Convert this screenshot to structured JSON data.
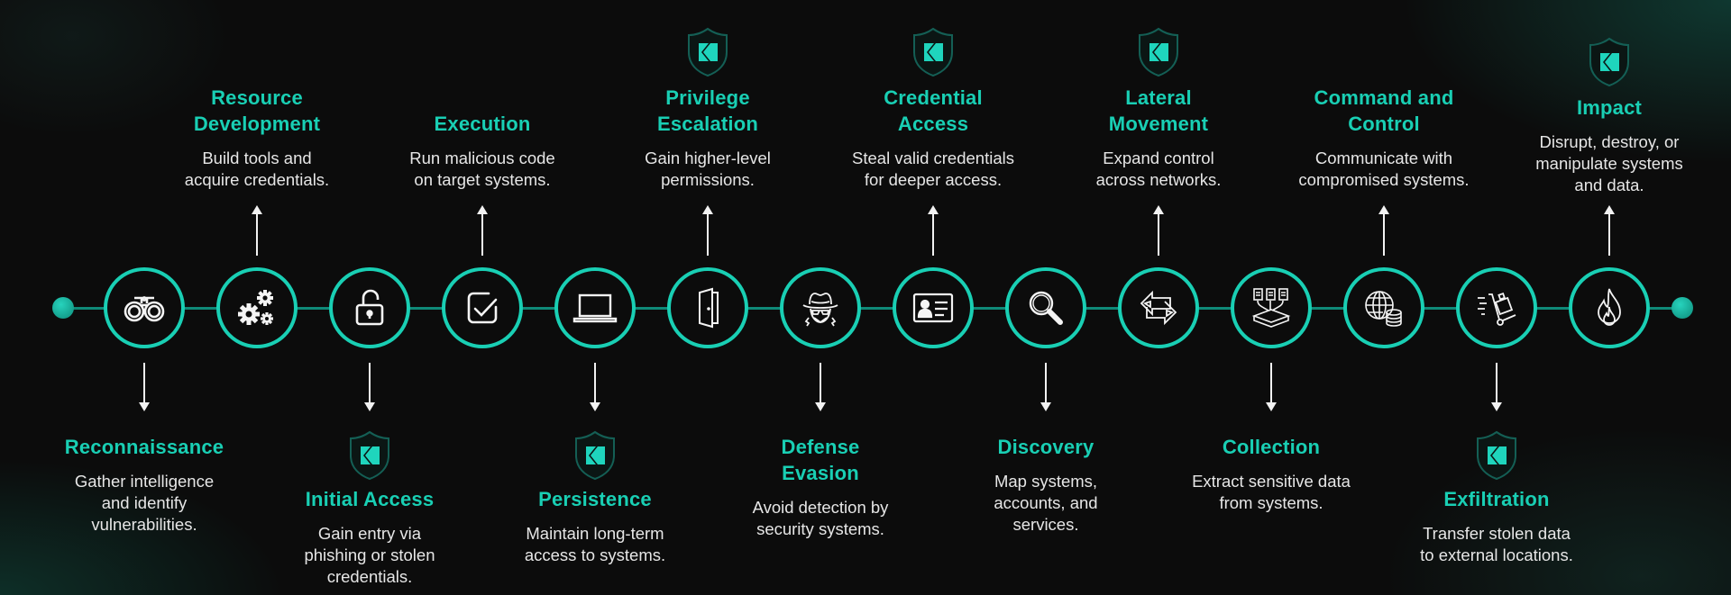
{
  "diagram": {
    "accent_color": "#19cfb4",
    "line_color": "#0f8a78",
    "text_color": "#e6e6e6",
    "background_color": "#0c0c0c",
    "stages": [
      {
        "title": [
          "Reconnaissance"
        ],
        "description": [
          "Gather intelligence",
          "and identify",
          "vulnerabilities."
        ],
        "icon": "binoculars-icon",
        "position": "below",
        "shield": false
      },
      {
        "title": [
          "Resource",
          "Development"
        ],
        "description": [
          "Build tools and",
          "acquire credentials."
        ],
        "icon": "gears-icon",
        "position": "above",
        "shield": false
      },
      {
        "title": [
          "Initial Access"
        ],
        "description": [
          "Gain entry via",
          "phishing or stolen",
          "credentials."
        ],
        "icon": "unlocked-padlock-icon",
        "position": "below",
        "shield": true
      },
      {
        "title": [
          "Execution"
        ],
        "description": [
          "Run malicious code",
          "on target systems."
        ],
        "icon": "checkbox-icon",
        "position": "above",
        "shield": false
      },
      {
        "title": [
          "Persistence"
        ],
        "description": [
          "Maintain long-term",
          "access to systems."
        ],
        "icon": "laptop-icon",
        "position": "below",
        "shield": true
      },
      {
        "title": [
          "Privilege",
          "Escalation"
        ],
        "description": [
          "Gain higher-level",
          "permissions."
        ],
        "icon": "door-icon",
        "position": "above",
        "shield": true
      },
      {
        "title": [
          "Defense",
          "Evasion"
        ],
        "description": [
          "Avoid detection by",
          "security systems."
        ],
        "icon": "spy-hat-icon",
        "position": "below",
        "shield": false
      },
      {
        "title": [
          "Credential",
          "Access"
        ],
        "description": [
          "Steal valid credentials",
          "for deeper access."
        ],
        "icon": "id-card-icon",
        "position": "above",
        "shield": true
      },
      {
        "title": [
          "Discovery"
        ],
        "description": [
          "Map systems,",
          "accounts, and",
          "services."
        ],
        "icon": "magnifier-icon",
        "position": "below",
        "shield": false
      },
      {
        "title": [
          "Lateral",
          "Movement"
        ],
        "description": [
          "Expand control",
          "across networks."
        ],
        "icon": "exchange-arrows-icon",
        "position": "above",
        "shield": true
      },
      {
        "title": [
          "Collection"
        ],
        "description": [
          "Extract sensitive data",
          "from systems."
        ],
        "icon": "documents-collect-icon",
        "position": "below",
        "shield": false
      },
      {
        "title": [
          "Command and",
          "Control"
        ],
        "description": [
          "Communicate with",
          "compromised systems."
        ],
        "icon": "globe-database-icon",
        "position": "above",
        "shield": false
      },
      {
        "title": [
          "Exfiltration"
        ],
        "description": [
          "Transfer stolen data",
          "to external locations."
        ],
        "icon": "hand-truck-icon",
        "position": "below",
        "shield": true
      },
      {
        "title": [
          "Impact"
        ],
        "description": [
          "Disrupt, destroy, or",
          "manipulate systems",
          "and data."
        ],
        "icon": "flame-icon",
        "position": "above",
        "shield": true
      }
    ]
  }
}
